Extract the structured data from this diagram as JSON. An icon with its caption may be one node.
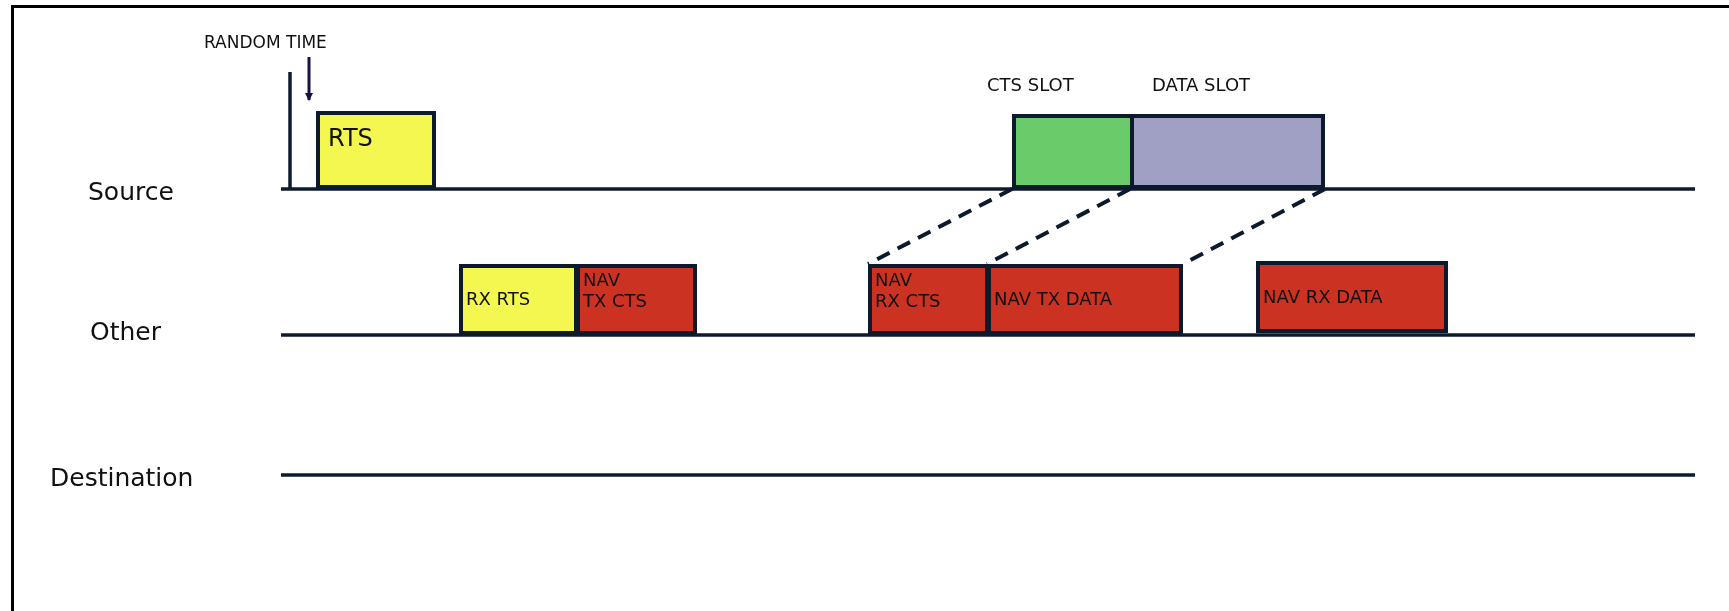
{
  "diagram": {
    "nodes": [
      {
        "text": [
          "RTS"
        ]
      },
      {
        "text": [
          "CTS SLOT"
        ]
      },
      {
        "text": [
          "DATA SLOT"
        ]
      },
      {
        "text": [
          "RX RTS"
        ]
      },
      {
        "text": [
          "NAV TX CTS"
        ]
      },
      {
        "text": [
          "NAV RX CTS"
        ]
      },
      {
        "text": [
          "NAV TX DATA"
        ]
      },
      {
        "text": [
          "NAV RX DATA"
        ]
      }
    ],
    "edges": [
      {
        "from": 1,
        "to": 5,
        "arrow": "none",
        "style": "dashed"
      },
      {
        "from": 2,
        "to": 6,
        "arrow": "none",
        "style": "dashed"
      },
      {
        "from": 2,
        "to": 6,
        "arrow": "none",
        "style": "dashed"
      }
    ],
    "labels": [
      "RANDOM TIME",
      "Source",
      "Other",
      "Destination"
    ]
  }
}
